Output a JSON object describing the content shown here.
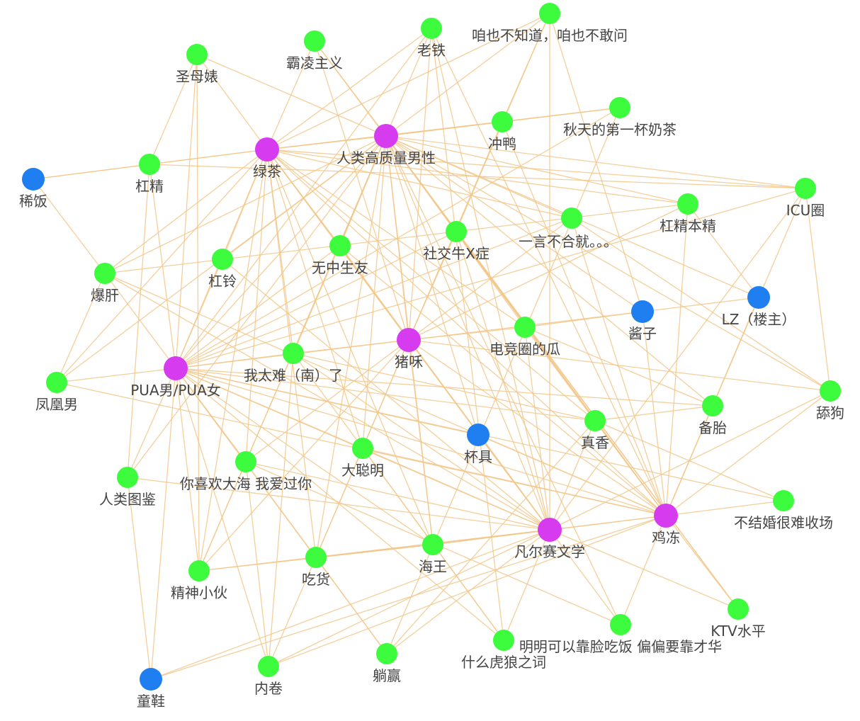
{
  "colors": {
    "edge": "#f2c78a",
    "hub": "#d63bf0",
    "term": "#3dfb3d",
    "role": "#1f7ff0",
    "label": "#444444"
  },
  "nodes": [
    {
      "id": "lvcha",
      "label": "绿茶",
      "group": "hub"
    },
    {
      "id": "rengao",
      "label": "人类高质量男性",
      "group": "hub"
    },
    {
      "id": "zhuwei",
      "label": "猪咊",
      "group": "hub"
    },
    {
      "id": "pua",
      "label": "PUA男/PUA女",
      "group": "hub"
    },
    {
      "id": "fanersai",
      "label": "凡尔赛文学",
      "group": "hub"
    },
    {
      "id": "jidong",
      "label": "鸡冻",
      "group": "hub"
    },
    {
      "id": "xifan",
      "label": "稀饭",
      "group": "role"
    },
    {
      "id": "jiangzi",
      "label": "酱子",
      "group": "role"
    },
    {
      "id": "louzhu",
      "label": "LZ（楼主）",
      "group": "role"
    },
    {
      "id": "beiju",
      "label": "杯具",
      "group": "role"
    },
    {
      "id": "tongxie",
      "label": "童鞋",
      "group": "role"
    },
    {
      "id": "shengmu",
      "label": "圣母婊",
      "group": "term"
    },
    {
      "id": "baling",
      "label": "霸凌主义",
      "group": "term"
    },
    {
      "id": "laotie",
      "label": "老铁",
      "group": "term"
    },
    {
      "id": "zanye",
      "label": "咱也不知道，咱也不敢问",
      "group": "term"
    },
    {
      "id": "chongya",
      "label": "冲鸭",
      "group": "term"
    },
    {
      "id": "qiutian",
      "label": "秋天的第一杯奶茶",
      "group": "term"
    },
    {
      "id": "gangjing",
      "label": "杠精",
      "group": "term"
    },
    {
      "id": "icu",
      "label": "ICU圈",
      "group": "term"
    },
    {
      "id": "gangjingbj",
      "label": "杠精本精",
      "group": "term"
    },
    {
      "id": "yiyan",
      "label": "一言不合就。。。",
      "group": "term"
    },
    {
      "id": "shejiao",
      "label": "社交牛X症",
      "group": "term"
    },
    {
      "id": "wuzhong",
      "label": "无中生友",
      "group": "term"
    },
    {
      "id": "ganling",
      "label": "杠铃",
      "group": "term"
    },
    {
      "id": "baogan",
      "label": "爆肝",
      "group": "term"
    },
    {
      "id": "dianjing",
      "label": "电竞圈的瓜",
      "group": "term"
    },
    {
      "id": "wotai",
      "label": "我太难（南）了",
      "group": "term"
    },
    {
      "id": "fenghuang",
      "label": "凤凰男",
      "group": "term"
    },
    {
      "id": "tiangou",
      "label": "舔狗",
      "group": "term"
    },
    {
      "id": "beitai",
      "label": "备胎",
      "group": "term"
    },
    {
      "id": "zhenxiang",
      "label": "真香",
      "group": "term"
    },
    {
      "id": "dacong",
      "label": "大聪明",
      "group": "term"
    },
    {
      "id": "nixihuan",
      "label": "你喜欢大海 我爱过你",
      "group": "term"
    },
    {
      "id": "renlei",
      "label": "人类图鉴",
      "group": "term"
    },
    {
      "id": "bujiehun",
      "label": "不结婚很难收场",
      "group": "term"
    },
    {
      "id": "haiwang",
      "label": "海王",
      "group": "term"
    },
    {
      "id": "chihuo",
      "label": "吃货",
      "group": "term"
    },
    {
      "id": "jingshen",
      "label": "精神小伙",
      "group": "term"
    },
    {
      "id": "ktv",
      "label": "KTV水平",
      "group": "term"
    },
    {
      "id": "mingming",
      "label": "明明可以靠脸吃饭 偏偏要靠才华",
      "group": "term"
    },
    {
      "id": "shenme",
      "label": "什么虎狼之词",
      "group": "term"
    },
    {
      "id": "tangying",
      "label": "躺赢",
      "group": "term"
    },
    {
      "id": "neijuan",
      "label": "内卷",
      "group": "term"
    }
  ],
  "edges": [
    [
      "lvcha",
      "rengao"
    ],
    [
      "lvcha",
      "zhuwei"
    ],
    [
      "lvcha",
      "pua"
    ],
    [
      "lvcha",
      "fanersai"
    ],
    [
      "lvcha",
      "jidong"
    ],
    [
      "lvcha",
      "shengmu"
    ],
    [
      "lvcha",
      "baling"
    ],
    [
      "lvcha",
      "laotie"
    ],
    [
      "lvcha",
      "zanye"
    ],
    [
      "lvcha",
      "chongya"
    ],
    [
      "lvcha",
      "qiutian"
    ],
    [
      "lvcha",
      "gangjing"
    ],
    [
      "lvcha",
      "xifan"
    ],
    [
      "lvcha",
      "icu"
    ],
    [
      "lvcha",
      "gangjingbj"
    ],
    [
      "lvcha",
      "yiyan"
    ],
    [
      "lvcha",
      "wuzhong"
    ],
    [
      "lvcha",
      "ganling"
    ],
    [
      "lvcha",
      "baogan"
    ],
    [
      "lvcha",
      "dianjing"
    ],
    [
      "lvcha",
      "wotai"
    ],
    [
      "lvcha",
      "zhenxiang"
    ],
    [
      "lvcha",
      "dacong"
    ],
    [
      "lvcha",
      "nixihuan"
    ],
    [
      "lvcha",
      "haiwang"
    ],
    [
      "lvcha",
      "jingshen"
    ],
    [
      "lvcha",
      "chihuo"
    ],
    [
      "lvcha",
      "fenghuang"
    ],
    [
      "rengao",
      "zhuwei"
    ],
    [
      "rengao",
      "pua"
    ],
    [
      "rengao",
      "fanersai"
    ],
    [
      "rengao",
      "jidong"
    ],
    [
      "rengao",
      "shengmu"
    ],
    [
      "rengao",
      "baling"
    ],
    [
      "rengao",
      "laotie"
    ],
    [
      "rengao",
      "zanye"
    ],
    [
      "rengao",
      "chongya"
    ],
    [
      "rengao",
      "qiutian"
    ],
    [
      "rengao",
      "icu"
    ],
    [
      "rengao",
      "gangjingbj"
    ],
    [
      "rengao",
      "yiyan"
    ],
    [
      "rengao",
      "shejiao"
    ],
    [
      "rengao",
      "wuzhong"
    ],
    [
      "rengao",
      "ganling"
    ],
    [
      "rengao",
      "baogan"
    ],
    [
      "rengao",
      "dianjing"
    ],
    [
      "rengao",
      "wotai"
    ],
    [
      "rengao",
      "fenghuang"
    ],
    [
      "rengao",
      "beitai"
    ],
    [
      "rengao",
      "zhenxiang"
    ],
    [
      "rengao",
      "dacong"
    ],
    [
      "rengao",
      "nixihuan"
    ],
    [
      "rengao",
      "renlei"
    ],
    [
      "rengao",
      "haiwang"
    ],
    [
      "rengao",
      "chihuo"
    ],
    [
      "rengao",
      "jingshen"
    ],
    [
      "rengao",
      "ktv"
    ],
    [
      "rengao",
      "mingming"
    ],
    [
      "rengao",
      "tiangou"
    ],
    [
      "rengao",
      "louzhu"
    ],
    [
      "rengao",
      "jiangzi"
    ],
    [
      "rengao",
      "beiju"
    ],
    [
      "zhuwei",
      "pua"
    ],
    [
      "zhuwei",
      "fanersai"
    ],
    [
      "zhuwei",
      "jidong"
    ],
    [
      "zhuwei",
      "dianjing"
    ],
    [
      "zhuwei",
      "jiangzi"
    ],
    [
      "zhuwei",
      "wotai"
    ],
    [
      "zhuwei",
      "laotie"
    ],
    [
      "zhuwei",
      "zanye"
    ],
    [
      "zhuwei",
      "chongya"
    ],
    [
      "zhuwei",
      "shejiao"
    ],
    [
      "zhuwei",
      "yiyan"
    ],
    [
      "zhuwei",
      "gangjingbj"
    ],
    [
      "zhuwei",
      "nixihuan"
    ],
    [
      "zhuwei",
      "dacong"
    ],
    [
      "zhuwei",
      "chihuo"
    ],
    [
      "zhuwei",
      "tiangou"
    ],
    [
      "zhuwei",
      "haiwang"
    ],
    [
      "zhuwei",
      "jingshen"
    ],
    [
      "zhuwei",
      "baling"
    ],
    [
      "zhuwei",
      "wuzhong"
    ],
    [
      "pua",
      "fanersai"
    ],
    [
      "pua",
      "jidong"
    ],
    [
      "pua",
      "fenghuang"
    ],
    [
      "pua",
      "renlei"
    ],
    [
      "pua",
      "baogan"
    ],
    [
      "pua",
      "gangjing"
    ],
    [
      "pua",
      "ganling"
    ],
    [
      "pua",
      "wuzhong"
    ],
    [
      "pua",
      "wotai"
    ],
    [
      "pua",
      "beiju"
    ],
    [
      "pua",
      "zhenxiang"
    ],
    [
      "pua",
      "dacong"
    ],
    [
      "pua",
      "nixihuan"
    ],
    [
      "pua",
      "haiwang"
    ],
    [
      "pua",
      "chihuo"
    ],
    [
      "pua",
      "jingshen"
    ],
    [
      "pua",
      "tangying"
    ],
    [
      "pua",
      "neijuan"
    ],
    [
      "pua",
      "shenme"
    ],
    [
      "pua",
      "shengmu"
    ],
    [
      "pua",
      "laotie"
    ],
    [
      "pua",
      "yiyan"
    ],
    [
      "pua",
      "shejiao"
    ],
    [
      "pua",
      "icu"
    ],
    [
      "pua",
      "qiutian"
    ],
    [
      "pua",
      "bujiehun"
    ],
    [
      "pua",
      "tongxie"
    ],
    [
      "pua",
      "beitai"
    ],
    [
      "fanersai",
      "jidong"
    ],
    [
      "fanersai",
      "haiwang"
    ],
    [
      "fanersai",
      "chihuo"
    ],
    [
      "fanersai",
      "mingming"
    ],
    [
      "fanersai",
      "shenme"
    ],
    [
      "fanersai",
      "ktv"
    ],
    [
      "fanersai",
      "zhenxiang"
    ],
    [
      "fanersai",
      "dacong"
    ],
    [
      "fanersai",
      "beiju"
    ],
    [
      "fanersai",
      "nixihuan"
    ],
    [
      "fanersai",
      "tangying"
    ],
    [
      "fanersai",
      "neijuan"
    ],
    [
      "fanersai",
      "tongxie"
    ],
    [
      "fanersai",
      "laotie"
    ],
    [
      "fanersai",
      "shejiao"
    ],
    [
      "fanersai",
      "dianjing"
    ],
    [
      "fanersai",
      "wotai"
    ],
    [
      "fanersai",
      "baogan"
    ],
    [
      "fanersai",
      "ganling"
    ],
    [
      "fanersai",
      "icu"
    ],
    [
      "fanersai",
      "zanye"
    ],
    [
      "fanersai",
      "wuzhong"
    ],
    [
      "fanersai",
      "renlei"
    ],
    [
      "fanersai",
      "jingshen"
    ],
    [
      "fanersai",
      "tiangou"
    ],
    [
      "jidong",
      "beitai"
    ],
    [
      "jidong",
      "tiangou"
    ],
    [
      "jidong",
      "bujiehun"
    ],
    [
      "jidong",
      "ktv"
    ],
    [
      "jidong",
      "mingming"
    ],
    [
      "jidong",
      "zhenxiang"
    ],
    [
      "jidong",
      "dianjing"
    ],
    [
      "jidong",
      "jiangzi"
    ],
    [
      "jidong",
      "louzhu"
    ],
    [
      "jidong",
      "icu"
    ],
    [
      "jidong",
      "gangjingbj"
    ],
    [
      "jidong",
      "yiyan"
    ],
    [
      "jidong",
      "shejiao"
    ],
    [
      "jidong",
      "wuzhong"
    ],
    [
      "jidong",
      "tongxie"
    ],
    [
      "jidong",
      "baogan"
    ],
    [
      "jidong",
      "beiju"
    ],
    [
      "jidong",
      "fenghuang"
    ],
    [
      "jidong",
      "dacong"
    ],
    [
      "jidong",
      "haiwang"
    ],
    [
      "jidong",
      "chongya"
    ],
    [
      "jidong",
      "laotie"
    ],
    [
      "jidong",
      "neijuan"
    ],
    [
      "xifan",
      "gangjing"
    ],
    [
      "xifan",
      "baogan"
    ],
    [
      "gangjing",
      "icu"
    ],
    [
      "gangjing",
      "shengmu"
    ],
    [
      "gangjing",
      "renlei"
    ],
    [
      "baogan",
      "fenghuang"
    ],
    [
      "baogan",
      "gangjingbj"
    ],
    [
      "chongya",
      "qiutian"
    ],
    [
      "chongya",
      "shejiao"
    ],
    [
      "chongya",
      "zanye"
    ],
    [
      "jiangzi",
      "dianjing"
    ],
    [
      "jiangzi",
      "louzhu"
    ],
    [
      "jiangzi",
      "zanye"
    ],
    [
      "dianjing",
      "beitai"
    ],
    [
      "wotai",
      "zhenxiang"
    ],
    [
      "wotai",
      "shenme"
    ],
    [
      "wotai",
      "neijuan"
    ],
    [
      "haiwang",
      "jingshen"
    ],
    [
      "haiwang",
      "chihuo"
    ],
    [
      "chihuo",
      "tangying"
    ],
    [
      "chihuo",
      "neijuan"
    ],
    [
      "chihuo",
      "dacong"
    ],
    [
      "nixihuan",
      "jingshen"
    ],
    [
      "nixihuan",
      "mingming"
    ],
    [
      "nixihuan",
      "neijuan"
    ],
    [
      "dacong",
      "shenme"
    ],
    [
      "beitai",
      "louzhu"
    ],
    [
      "beitai",
      "zhenxiang"
    ],
    [
      "zhenxiang",
      "bujiehun"
    ],
    [
      "zhenxiang",
      "tangying"
    ],
    [
      "laotie",
      "shenme"
    ],
    [
      "qiutian",
      "tangying"
    ],
    [
      "icu",
      "tiangou"
    ],
    [
      "gangjingbj",
      "louzhu"
    ],
    [
      "shengmu",
      "jingshen"
    ],
    [
      "baling",
      "ktv"
    ],
    [
      "yiyan",
      "tiangou"
    ],
    [
      "renlei",
      "tongxie"
    ]
  ]
}
